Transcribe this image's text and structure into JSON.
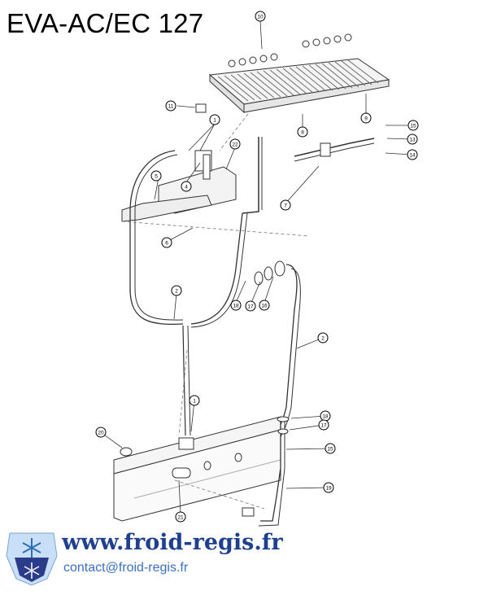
{
  "title": "EVA-AC/EC 127",
  "callouts": [
    {
      "id": "c-10",
      "label": "10"
    },
    {
      "id": "c-11",
      "label": "11"
    },
    {
      "id": "c-1a",
      "label": "1"
    },
    {
      "id": "c-22",
      "label": "22"
    },
    {
      "id": "c-8",
      "label": "8"
    },
    {
      "id": "c-9",
      "label": "9"
    },
    {
      "id": "c-15",
      "label": "15"
    },
    {
      "id": "c-13",
      "label": "13"
    },
    {
      "id": "c-14",
      "label": "14"
    },
    {
      "id": "c-4",
      "label": "4"
    },
    {
      "id": "c-5",
      "label": "5"
    },
    {
      "id": "c-7",
      "label": "7"
    },
    {
      "id": "c-6",
      "label": "6"
    },
    {
      "id": "c-2a",
      "label": "2"
    },
    {
      "id": "c-18",
      "label": "18"
    },
    {
      "id": "c-17",
      "label": "17"
    },
    {
      "id": "c-16",
      "label": "16"
    },
    {
      "id": "c-2b",
      "label": "2"
    },
    {
      "id": "c-1b",
      "label": "1"
    },
    {
      "id": "c-20",
      "label": "20"
    },
    {
      "id": "c-18b",
      "label": "18"
    },
    {
      "id": "c-17b",
      "label": "17"
    },
    {
      "id": "c-15b",
      "label": "15"
    },
    {
      "id": "c-21",
      "label": "21"
    },
    {
      "id": "c-19",
      "label": "19"
    }
  ],
  "footer": {
    "website": "www.froid-regis.fr",
    "contact": "contact@froid-regis.fr",
    "logo_icon": "snowflake-logo-icon",
    "brand_color": "#1f3f8f",
    "contact_color": "#3a6fc4"
  }
}
